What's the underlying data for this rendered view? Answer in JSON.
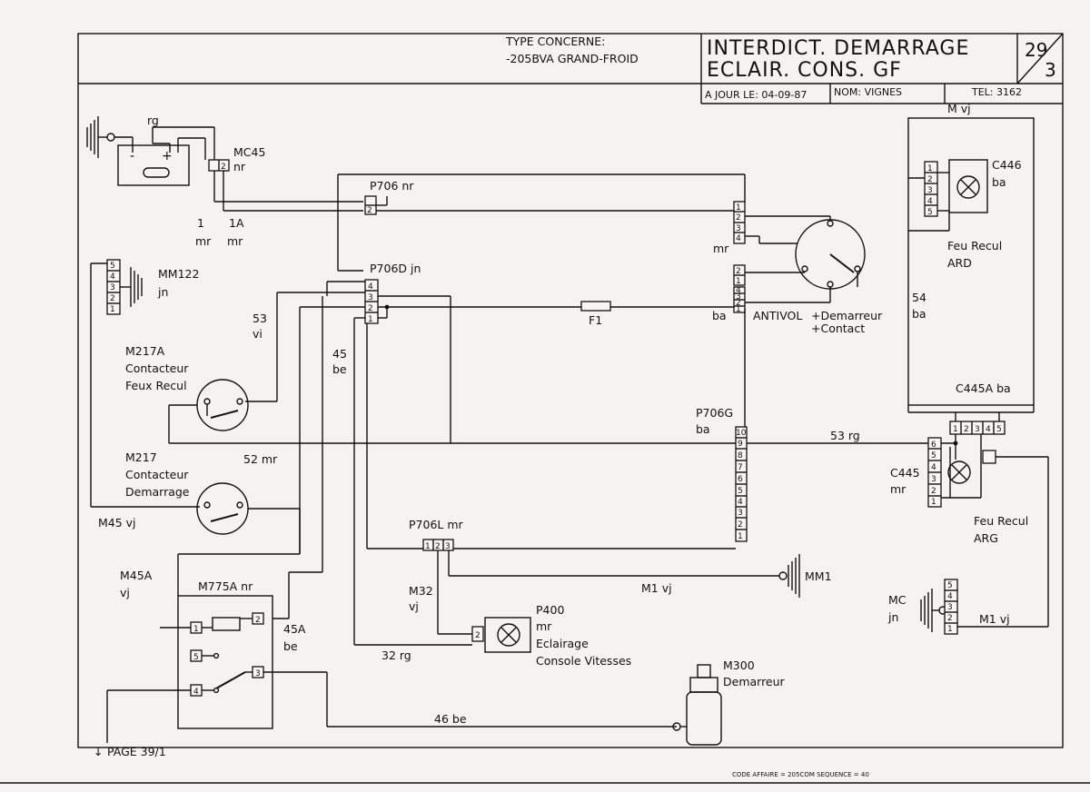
{
  "title_block": {
    "type_label": "TYPE CONCERNE:",
    "type_value": "-205BVA  GRAND-FROID",
    "title_line1": "INTERDICT. DEMARRAGE",
    "title_line2": "ECLAIR. CONS. GF",
    "page_top": "29",
    "page_bottom": "3",
    "date": "A JOUR LE: 04-09-87",
    "name": "NOM: VIGNES",
    "tel": "TEL:  3162"
  },
  "labels": {
    "mc45": "MC45",
    "mc45_nr": "nr",
    "rg_top": "rg",
    "w1": "1",
    "w1a": "1A",
    "mr1": "mr",
    "mr2": "mr",
    "p706": "P706  nr",
    "mm122": "MM122",
    "mm122_jn": "jn",
    "p706d": "P706D  jn",
    "w53": "53",
    "vi": "vi",
    "m217a": "M217A",
    "m217a_d1": "Contacteur",
    "m217a_d2": "Feux Recul",
    "w45": "45",
    "be45": "be",
    "f1": "F1",
    "mr_antivol": "mr",
    "ba_antivol": "ba",
    "antivol": "ANTIVOL",
    "demarreur_plus": "+Demarreur",
    "contact_plus": "+Contact",
    "w52mr": "52  mr",
    "m217": "M217",
    "m217_d1": "Contacteur",
    "m217_d2": "Demarrage",
    "m45vj": "M45  vj",
    "m45a": "M45A",
    "m45a_vj": "vj",
    "m775a": "M775A  nr",
    "w45a": "45A",
    "w45a_be": "be",
    "p706l": "P706L  mr",
    "m32": "M32",
    "m32_vj": "vj",
    "p400": "P400",
    "p400_mr": "mr",
    "p400_d1": "Eclairage",
    "p400_d2": "Console Vitesses",
    "w32rg": "32  rg",
    "m1vj": "M1  vj",
    "mm1": "MM1",
    "m300": "M300",
    "m300_d": "Demarreur",
    "w46be": "46  be",
    "page_ref": "PAGE 39/1",
    "p706g": "P706G",
    "p706g_ba": "ba",
    "w53rg": "53  rg",
    "mvj_top": "M  vj",
    "c446": "C446",
    "c446_ba": "ba",
    "feu_recul_ard1": "Feu Recul",
    "feu_recul_ard2": "ARD",
    "w54": "54",
    "w54_ba": "ba",
    "c445a": "C445A  ba",
    "c445": "C445",
    "c445_mr": "mr",
    "feu_recul_arg1": "Feu Recul",
    "feu_recul_arg2": "ARG",
    "mc": "MC",
    "mc_jn": "jn",
    "m1vj_right": "M1  vj",
    "footer_code": "CODE AFFAIRE = 205COM SEQUENCE = 40"
  },
  "pins": {
    "mc45": "2",
    "p706": "2",
    "p706d": [
      "4",
      "3",
      "2",
      "1"
    ],
    "mm122": [
      "1",
      "2",
      "3",
      "4",
      "5"
    ],
    "antivol_top": [
      "1",
      "2",
      "3",
      "4"
    ],
    "antivol_mid": [
      "2",
      "1"
    ],
    "antivol_bot": [
      "4",
      "3",
      "2",
      "1"
    ],
    "p706g": [
      "1",
      "2",
      "3",
      "4",
      "5",
      "6",
      "7",
      "8",
      "9",
      "10"
    ],
    "p706l": [
      "1",
      "2",
      "3"
    ],
    "m775a_1": "1",
    "m775a_2": "2",
    "m775a_3": "3",
    "m775a_4": "4",
    "m775a_5": "5",
    "p400": "2",
    "c446": [
      "5",
      "4",
      "3",
      "2",
      "1"
    ],
    "c445a": [
      "1",
      "2",
      "3",
      "4",
      "5"
    ],
    "c445": [
      "1",
      "2",
      "3",
      "4",
      "5",
      "6"
    ],
    "mc": [
      "1",
      "2",
      "3",
      "4",
      "5"
    ],
    "batt_minus": "-",
    "batt_plus": "+"
  }
}
